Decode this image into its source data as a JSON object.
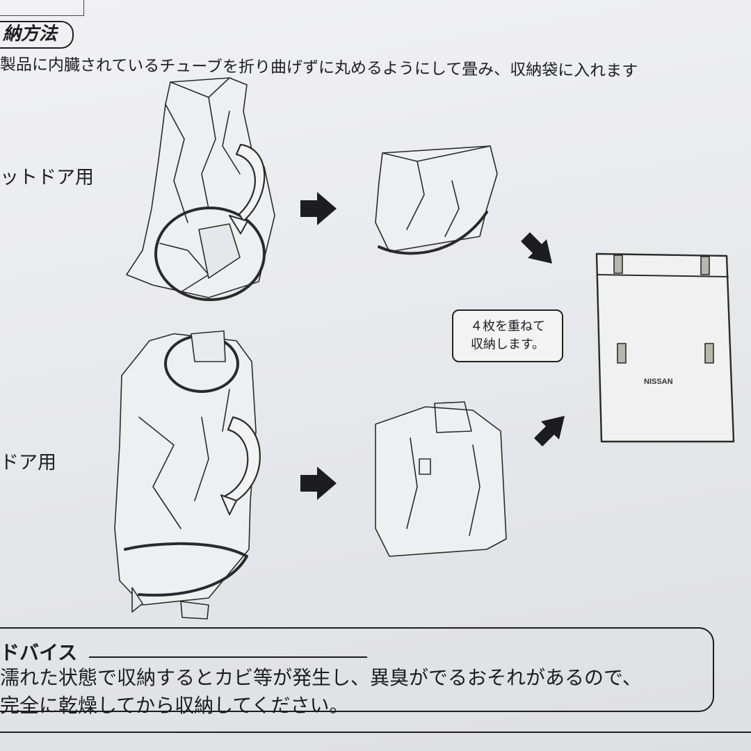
{
  "section_title": "納方法",
  "intro_text": "製品に内臓されているチューブを折り曲げずに丸めるようにして畳み、収納袋に入れます",
  "rows": [
    {
      "label": "ットドア用"
    },
    {
      "label": "ドア用"
    }
  ],
  "callout": {
    "line1": "４枚を重ねて",
    "line2": "収納します。"
  },
  "storage_bag": {
    "logo_text": "NISSAN"
  },
  "advice": {
    "title": "ドバイス",
    "lines": [
      "濡れた状態で収納するとカビ等が発生し、異臭がでるおそれがあるので、",
      "完全に乾燥してから収納してください。"
    ]
  }
}
